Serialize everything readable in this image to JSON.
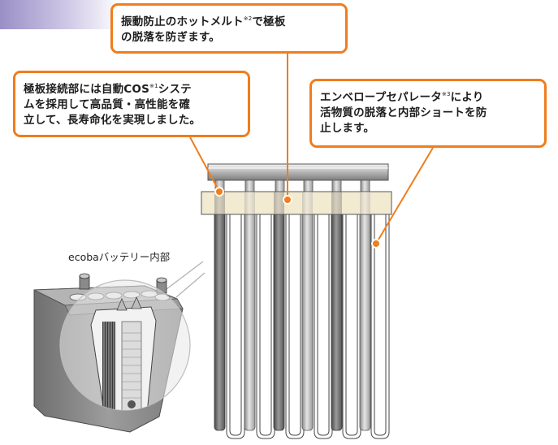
{
  "callouts": {
    "hotmelt": {
      "line1_pre": "振動防止のホットメルト",
      "note": "※2",
      "line1_post": "で極板",
      "line2": "の脱落を防ぎます。"
    },
    "cos": {
      "line1_pre": "極板接続部には自動COS",
      "note": "※1",
      "line1_post": "システ",
      "line2": "ムを採用して高品質・高性能を確",
      "line3": "立して、長寿命化を実現しました。"
    },
    "envelope": {
      "line1_pre": "エンベロープセパレータ",
      "note": "※3",
      "line1_post": "により",
      "line2": "活物質の脱落と内部ショートを防",
      "line3": "止します。"
    }
  },
  "battery_label": "ecobaバッテリー内部",
  "colors": {
    "accent": "#f07d1e",
    "header_band": "#9a8fc6",
    "hotmelt_band": "#f3ead2",
    "plate_dark": "#6e6e6e",
    "plate_light": "#bdbdbd",
    "battery_body": "#8c8c8c"
  }
}
